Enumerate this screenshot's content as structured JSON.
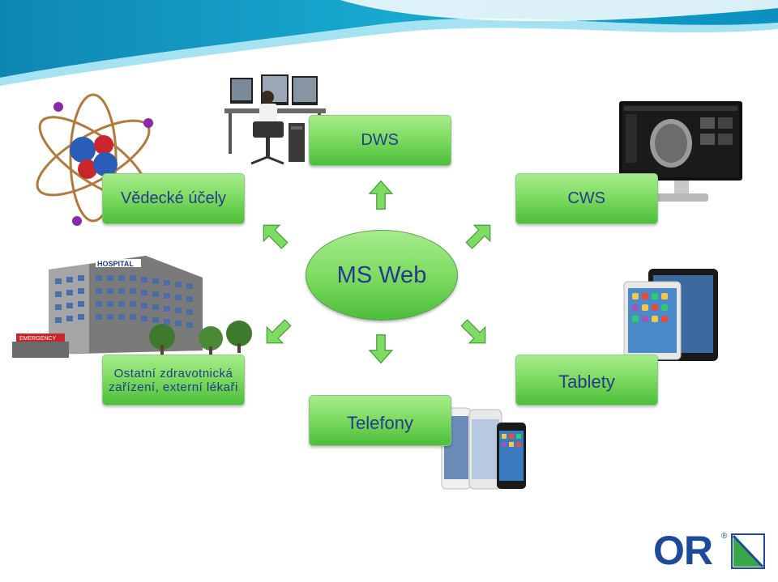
{
  "nodes": {
    "center": "MS Web",
    "dws": "DWS",
    "vedecke": "Vědecké účely",
    "cws": "CWS",
    "ostatni_line1": "Ostatní zdravotnická",
    "ostatni_line2": "zařízení, externí lékaři",
    "tablety": "Tablety",
    "telefony": "Telefony"
  },
  "logo": {
    "text": "OR",
    "registered": "®"
  },
  "illustrations": {
    "hospital_sign": "HOSPITAL",
    "emergency_sign": "EMERGENCY"
  },
  "colors": {
    "box_text": "#243a8c",
    "box_fill": "#7fdc62",
    "logo_blue": "#1e4a9a",
    "logo_green": "#3aa64a",
    "banner_teal": "#1aa7c9"
  }
}
